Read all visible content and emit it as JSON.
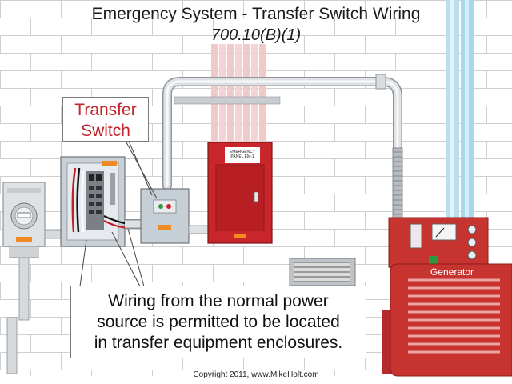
{
  "title": "Emergency System - Transfer Switch Wiring",
  "subtitle": "700.10(B)(1)",
  "callout": {
    "line1": "Transfer",
    "line2": "Switch"
  },
  "note": {
    "line1": "Wiring from the normal power",
    "line2": "source is permitted to be located",
    "line3": "in transfer equipment enclosures."
  },
  "emergency_panel_label": {
    "line1": "EMERGENCY",
    "line2": "PANEL EM-1"
  },
  "generator_label": "Generator",
  "copyright": "Copyright 2011, www.MikeHolt.com",
  "colors": {
    "accent_red": "#c0262b",
    "panel_red": "#c8262a",
    "generator_red": "#c7332f",
    "conduit": "#d6d9dc",
    "pipe_blue": "#a9d6ec",
    "brick_line": "#cfcfcf"
  }
}
